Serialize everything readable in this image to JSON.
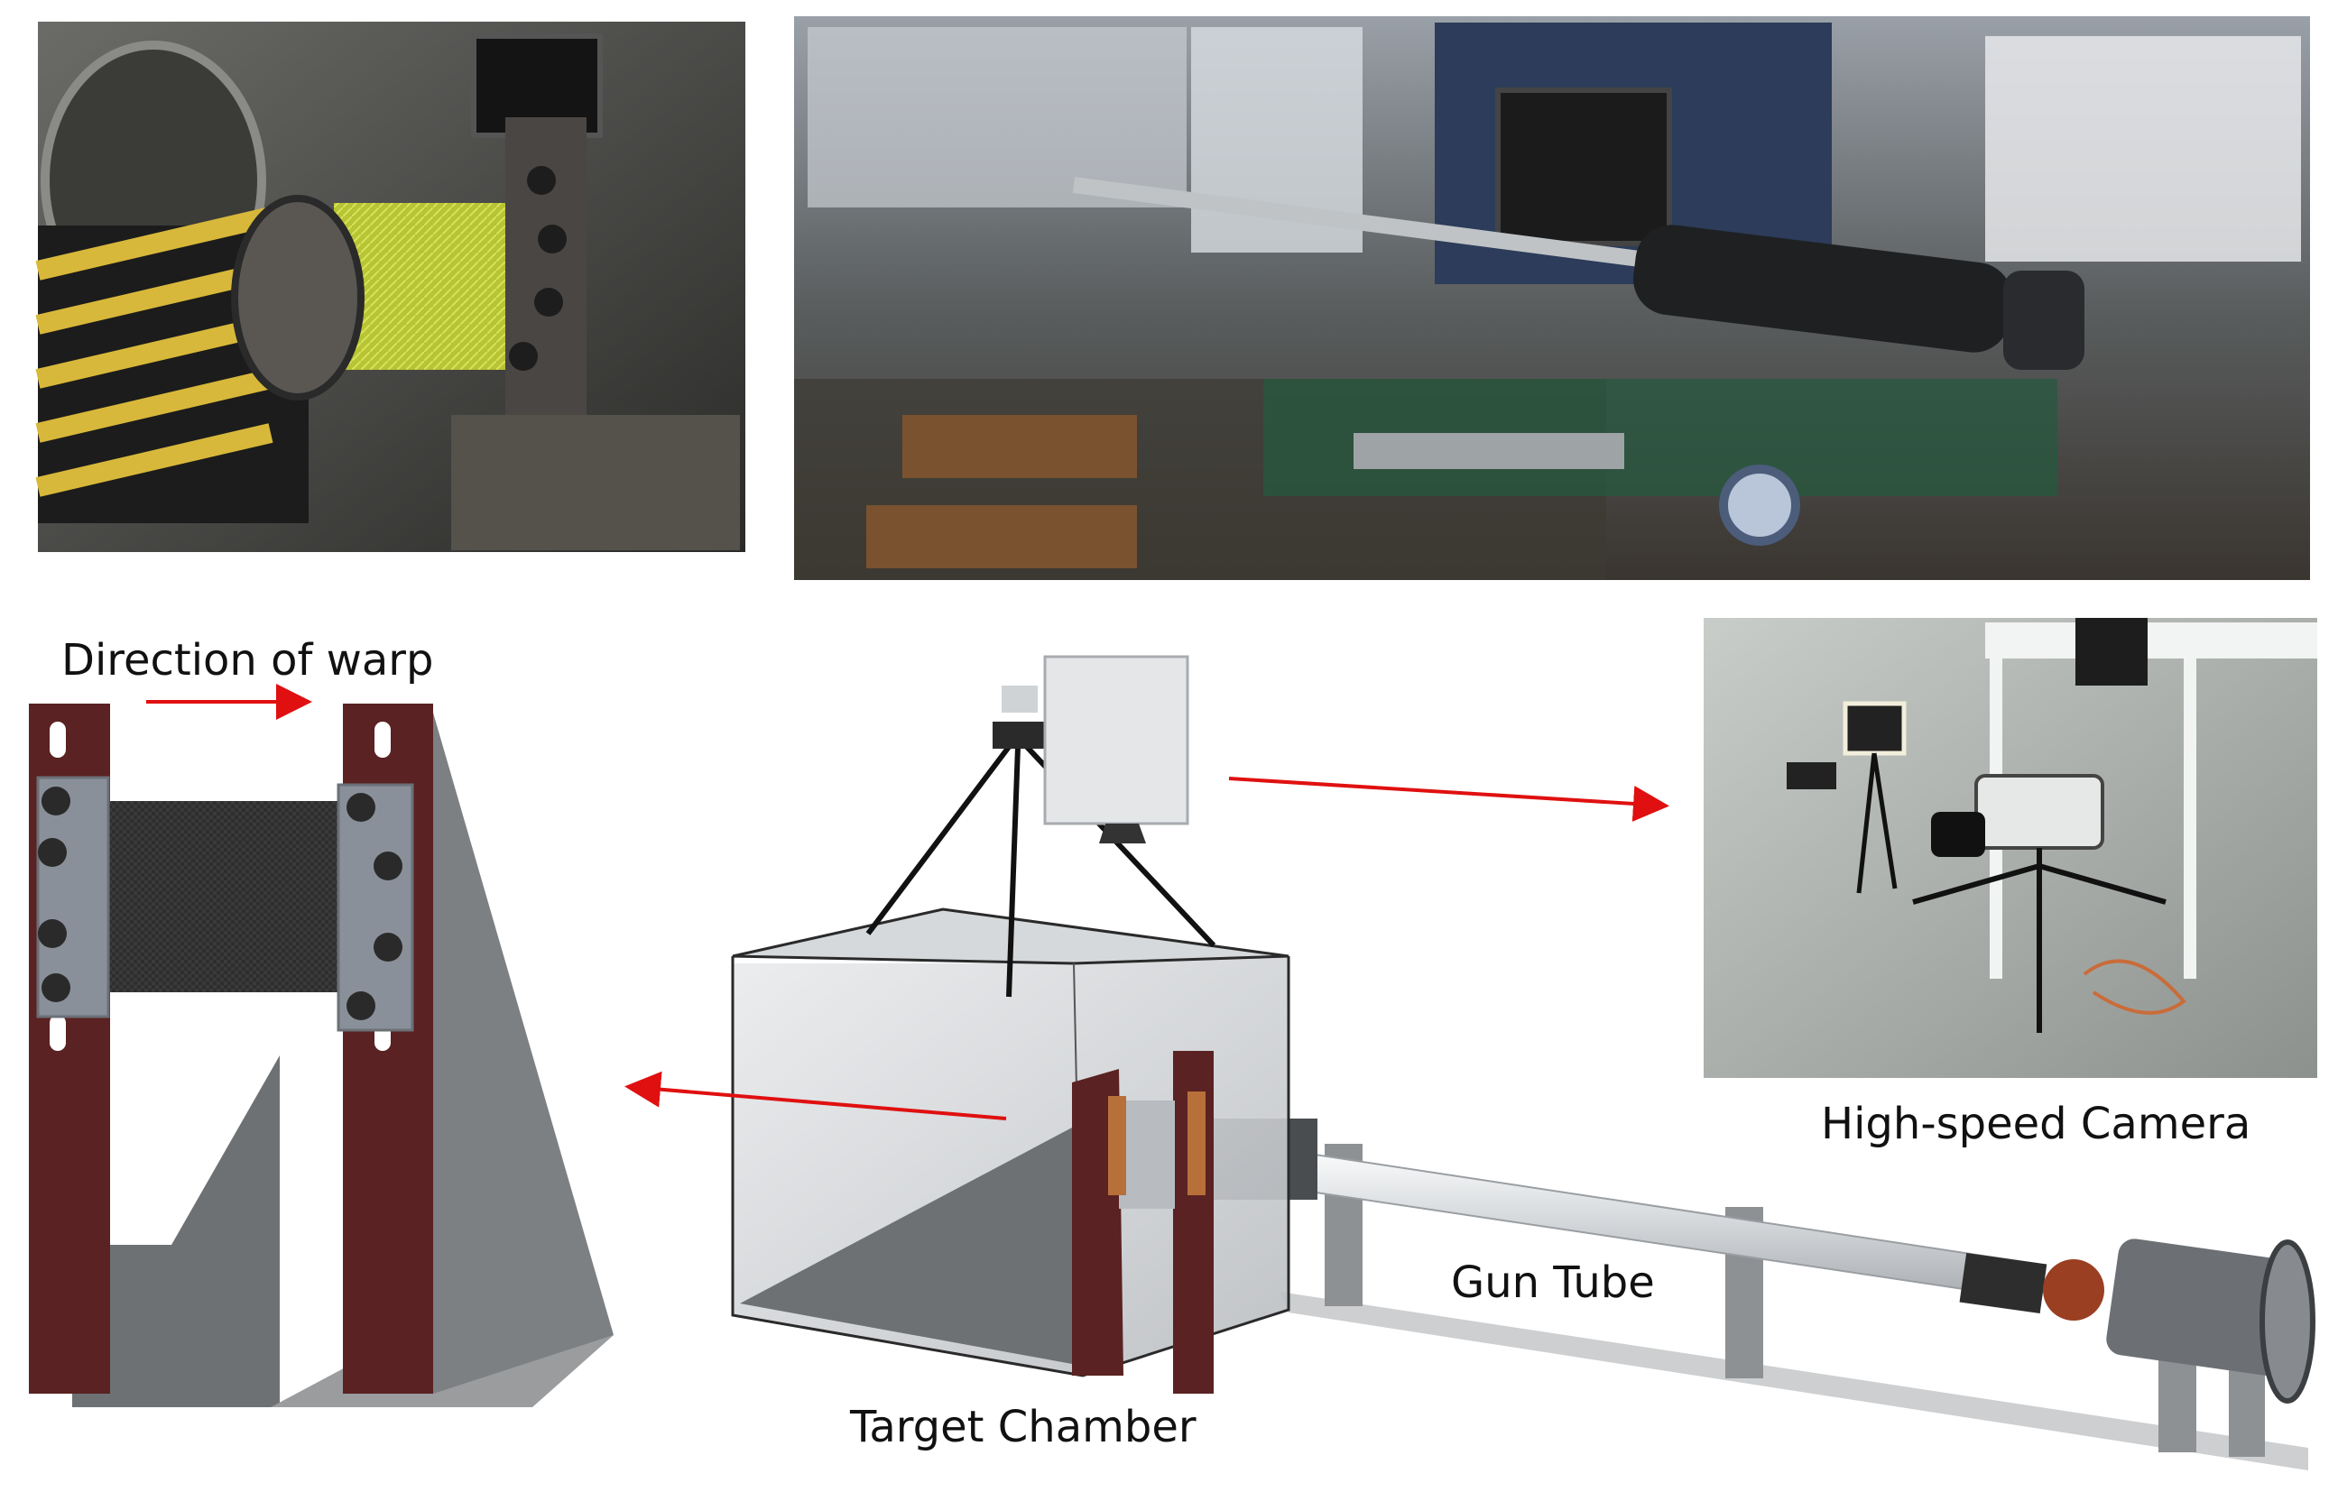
{
  "labels": {
    "direction_of_warp": "Direction of warp",
    "high_speed_camera": "High-speed Camera",
    "gun_tube": "Gun Tube",
    "target_chamber": "Target Chamber"
  },
  "colors": {
    "arrow": "#e01010",
    "fixture_wood": "#5a2222",
    "fabric": "#2e2e2e",
    "clamp_plate": "#8a9099",
    "chamber_glass": "#d8dbdf",
    "specimen_yellow": "#c8d23a"
  }
}
